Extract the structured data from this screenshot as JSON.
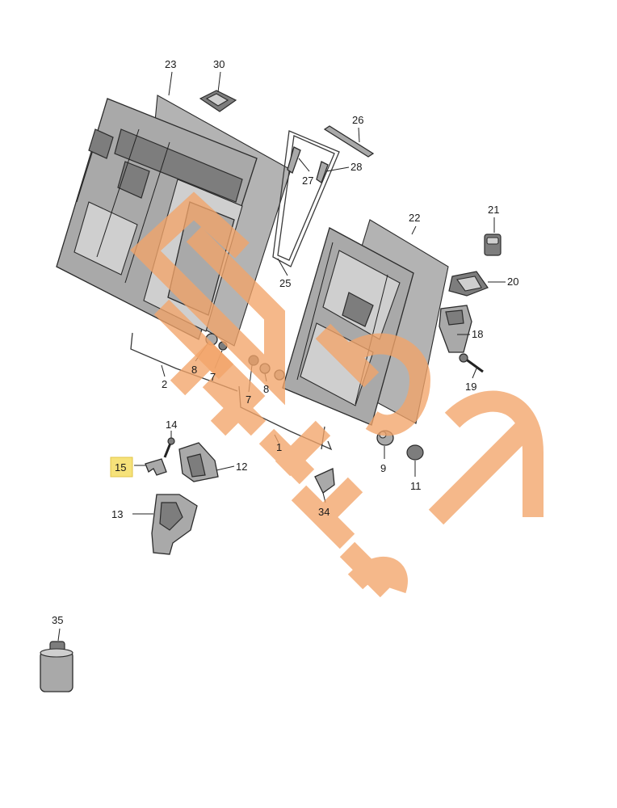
{
  "diagram": {
    "callouts": [
      {
        "id": "c23",
        "label": "23"
      },
      {
        "id": "c30",
        "label": "30"
      },
      {
        "id": "c26",
        "label": "26"
      },
      {
        "id": "c27",
        "label": "27"
      },
      {
        "id": "c28",
        "label": "28"
      },
      {
        "id": "c22",
        "label": "22"
      },
      {
        "id": "c21",
        "label": "21"
      },
      {
        "id": "c20",
        "label": "20"
      },
      {
        "id": "c25",
        "label": "25"
      },
      {
        "id": "c18",
        "label": "18"
      },
      {
        "id": "c19",
        "label": "19"
      },
      {
        "id": "c8a",
        "label": "8"
      },
      {
        "id": "c7a",
        "label": "7"
      },
      {
        "id": "c2",
        "label": "2"
      },
      {
        "id": "c7b",
        "label": "7"
      },
      {
        "id": "c8b",
        "label": "8"
      },
      {
        "id": "c1",
        "label": "1"
      },
      {
        "id": "c14",
        "label": "14"
      },
      {
        "id": "c15",
        "label": "15",
        "highlighted": true
      },
      {
        "id": "c12",
        "label": "12"
      },
      {
        "id": "c13",
        "label": "13"
      },
      {
        "id": "c9",
        "label": "9"
      },
      {
        "id": "c11",
        "label": "11"
      },
      {
        "id": "c34",
        "label": "34"
      },
      {
        "id": "c35",
        "label": "35"
      }
    ],
    "highlight_color": "#f6e27a",
    "watermark_color": "#f2a469"
  }
}
